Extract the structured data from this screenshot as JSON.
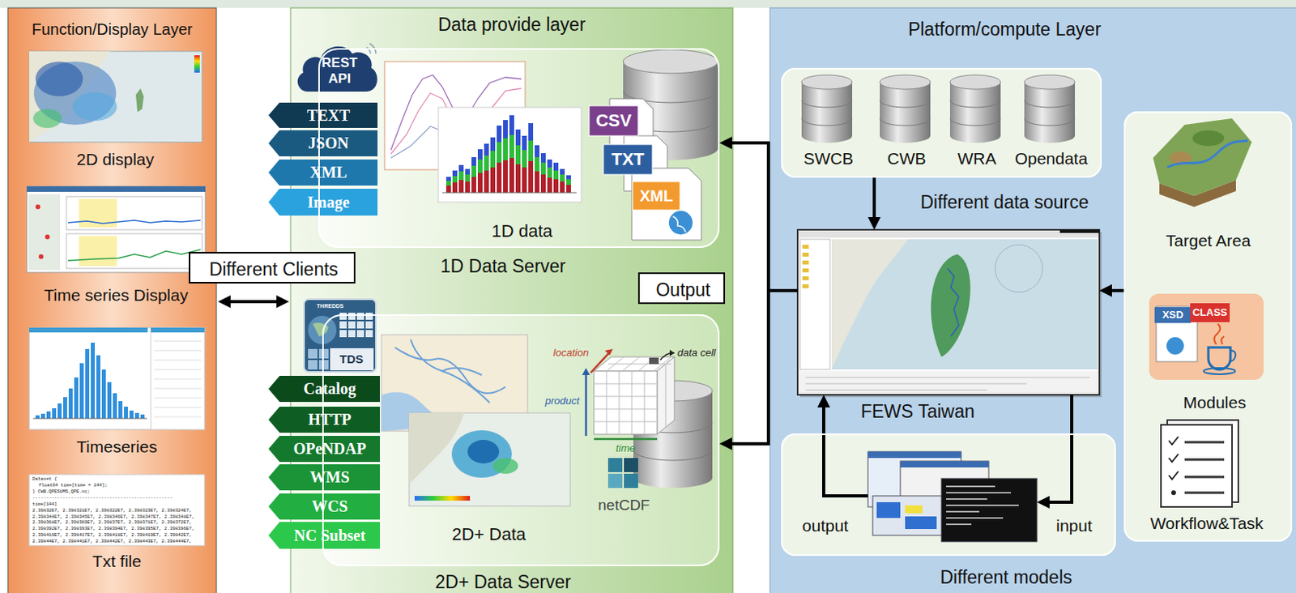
{
  "diagram": {
    "nodes": [
      {
        "text": [
          "Function/Display Layer"
        ]
      },
      {
        "text": [
          "2D display"
        ],
        "in": 0
      },
      {
        "text": [
          "Time series Display"
        ],
        "in": 0
      },
      {
        "text": [
          "Timeseries"
        ],
        "in": 0
      },
      {
        "text": [
          "Txt file"
        ],
        "in": 0
      },
      {
        "text": [
          "Different Clients"
        ]
      },
      {
        "text": [
          "Data provide layer"
        ]
      },
      {
        "text": [
          "REST API"
        ],
        "in": 6
      },
      {
        "text": [
          "TEXT"
        ],
        "in": 6
      },
      {
        "text": [
          "JSON"
        ],
        "in": 6
      },
      {
        "text": [
          "XML"
        ],
        "in": 6
      },
      {
        "text": [
          "Image"
        ],
        "in": 6
      },
      {
        "text": [
          "1D data",
          "1D Data Server"
        ],
        "in": 6
      },
      {
        "text": [
          "Catalog"
        ],
        "in": 6
      },
      {
        "text": [
          "HTTP"
        ],
        "in": 6
      },
      {
        "text": [
          "OPeNDAP"
        ],
        "in": 6
      },
      {
        "text": [
          "WMS"
        ],
        "in": 6
      },
      {
        "text": [
          "WCS"
        ],
        "in": 6
      },
      {
        "text": [
          "NC Subset"
        ],
        "in": 6
      },
      {
        "text": [
          "2D+ Data",
          "2D+ Data Server"
        ],
        "in": 6
      },
      {
        "text": [
          "Output"
        ]
      },
      {
        "text": [
          "Platform/compute Layer"
        ]
      },
      {
        "text": [
          "SWCB",
          "CWB",
          "WRA",
          "Opendata",
          "Different data source"
        ],
        "in": 21
      },
      {
        "text": [
          "FEWS Taiwan"
        ],
        "in": 21
      },
      {
        "text": [
          "Different models"
        ],
        "in": 21
      },
      {
        "text": [
          "Target Area",
          "Modules",
          "Workflow&Task"
        ],
        "in": 21
      }
    ],
    "edges": [
      {
        "from": 0,
        "to": 6,
        "arrow": "both"
      },
      {
        "from": 23,
        "to": 12,
        "arrow": "to"
      },
      {
        "from": 23,
        "to": 19,
        "arrow": "to"
      },
      {
        "from": 22,
        "to": 23,
        "arrow": "to"
      },
      {
        "from": 25,
        "to": 23,
        "arrow": "to"
      },
      {
        "from": 23,
        "to": 24,
        "label": "input",
        "arrow": "to"
      },
      {
        "from": 24,
        "to": 23,
        "label": "output",
        "arrow": "to"
      }
    ],
    "labels": [
      "Dataset {",
      "float64 time[time = 144];",
      "} CWB.QPESUMS_QPE.nc;",
      "---------------------------------------------------",
      "time[144]",
      "2.39832E7, 2.398321E7, 2.398322E7, 2.398323E7, 2.398324E7,",
      "2.398344E7, 2.398345E7, 2.398346E7, 2.398347E7, 2.398348E7,",
      "2.398368E7, 2.398369E7, 2.39837E7, 2.398371E7, 2.398372E7,",
      "2.398392E7, 2.398393E7, 2.398394E7, 2.398395E7, 2.398396E7,",
      "2.398416E7, 2.398417E7, 2.398418E7, 2.398419E7, 2.39842E7,",
      "2.39844E7, 2.398441E7, 2.398442E7, 2.398443E7, 2.398444E7,",
      "THREDDS",
      "TDS",
      "CSV",
      "TXT",
      "XML",
      "location",
      "product",
      "time",
      "data cell",
      "netCDF",
      "XSD",
      "CLASS"
    ]
  }
}
